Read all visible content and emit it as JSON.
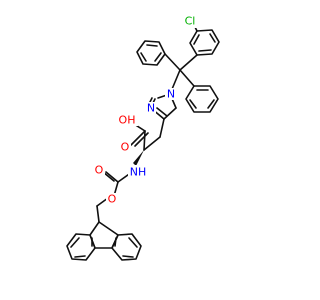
{
  "colors": {
    "bond": "#111111",
    "oxygen": "#ff0000",
    "nitrogen": "#0000ff",
    "chlorine": "#00b000",
    "carbon_label": "#111111"
  },
  "labels": {
    "chlorine": "Cl",
    "hydroxyl": "OH",
    "carbonyl_acid": "O",
    "nh": "NH",
    "carbonyl_carbamate": "O",
    "ester_o": "O",
    "imidazole_n1": "N",
    "imidazole_n3": "N"
  }
}
